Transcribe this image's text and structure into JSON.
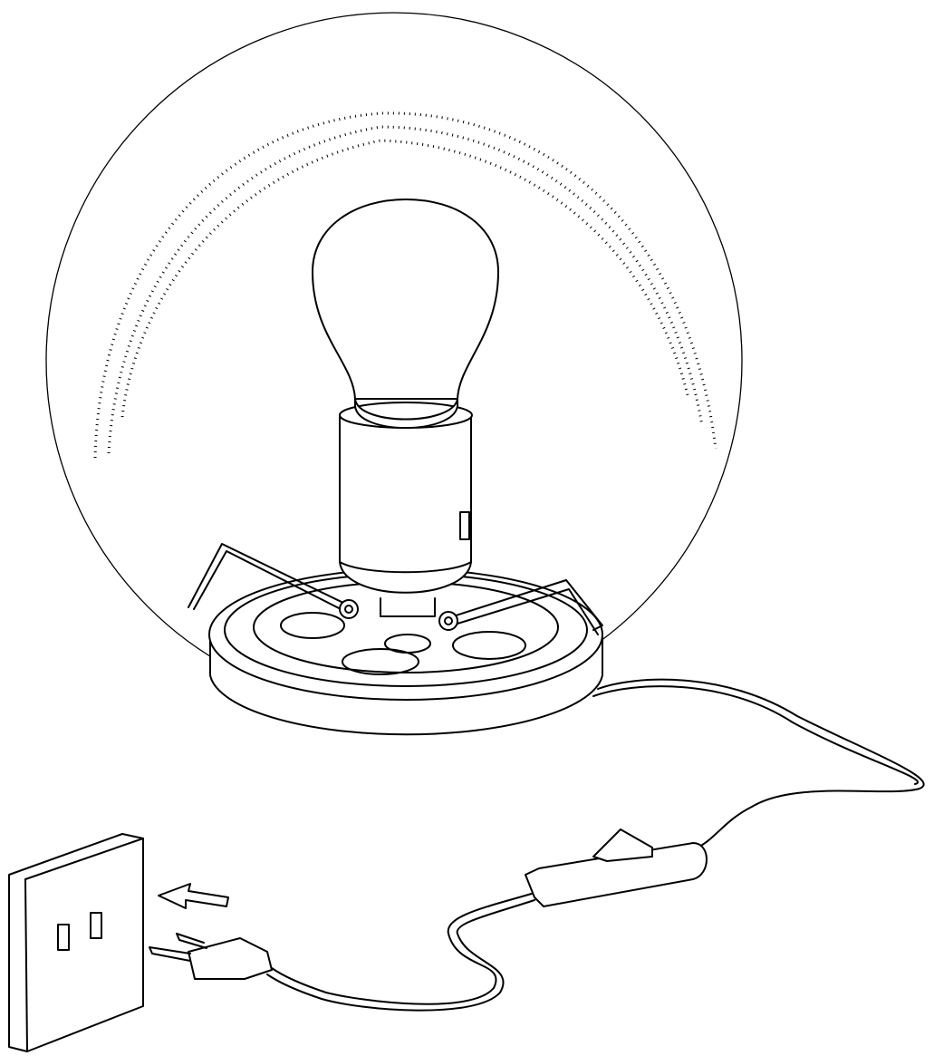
{
  "illustration": {
    "subject": "globe-table-lamp-assembly",
    "parts": [
      "glass-globe",
      "light-bulb",
      "lamp-socket",
      "base",
      "retaining-springs",
      "power-cord",
      "inline-switch",
      "plug",
      "wall-outlet",
      "insert-arrow"
    ]
  },
  "colors": {
    "line": "#000000",
    "background": "#ffffff"
  }
}
